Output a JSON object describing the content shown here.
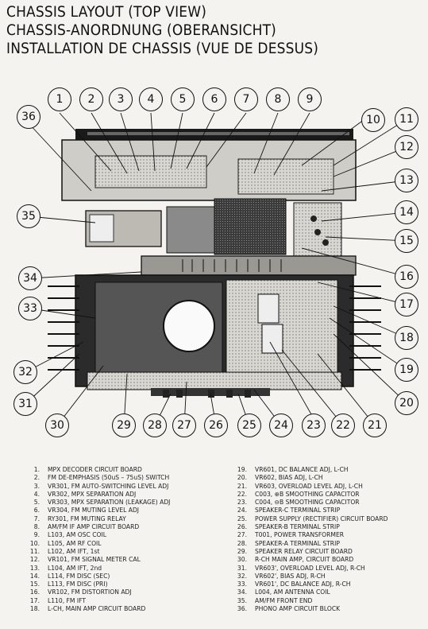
{
  "titles": {
    "en": "CHASSIS LAYOUT (TOP VIEW)",
    "de": "CHASSIS-ANORDNUNG (OBERANSICHT)",
    "fr": "INSTALLATION DE CHASSIS (VUE DE DESSUS)"
  },
  "callouts": [
    "1",
    "2",
    "3",
    "4",
    "5",
    "6",
    "7",
    "8",
    "9",
    "10",
    "11",
    "12",
    "13",
    "14",
    "15",
    "16",
    "17",
    "18",
    "19",
    "20",
    "21",
    "22",
    "23",
    "24",
    "25",
    "26",
    "27",
    "28",
    "29",
    "30",
    "31",
    "32",
    "33",
    "34",
    "35",
    "36"
  ],
  "legend_left": [
    {
      "n": "1.",
      "t": "MPX DECODER CIRCUIT BOARD"
    },
    {
      "n": "2.",
      "t": "FM DE-EMPHASIS (50uS – 75uS) SWITCH"
    },
    {
      "n": "3.",
      "t": "VR301, FM AUTO-SWITCHING LEVEL ADJ"
    },
    {
      "n": "4.",
      "t": "VR302, MPX SEPARATION ADJ"
    },
    {
      "n": "5.",
      "t": "VR303, MPX SEPARATION (LEAKAGE) ADJ"
    },
    {
      "n": "6.",
      "t": "VR304, FM MUTING LEVEL ADJ"
    },
    {
      "n": "7.",
      "t": "RY301, FM MUTING RELAY"
    },
    {
      "n": "8.",
      "t": "AM/FM IF AMP CIRCUIT BOARD"
    },
    {
      "n": "9.",
      "t": "L103, AM OSC COIL"
    },
    {
      "n": "10.",
      "t": "L105, AM RF COIL"
    },
    {
      "n": "11.",
      "t": "L102, AM IFT, 1st"
    },
    {
      "n": "12.",
      "t": "VR101, FM SIGNAL METER CAL"
    },
    {
      "n": "13.",
      "t": "L104, AM IFT, 2nd"
    },
    {
      "n": "14.",
      "t": "L114, FM DISC (SEC)"
    },
    {
      "n": "15.",
      "t": "L113, FM DISC (PRI)"
    },
    {
      "n": "16.",
      "t": "VR102, FM DISTORTION ADJ"
    },
    {
      "n": "17.",
      "t": "L110, FM IFT"
    },
    {
      "n": "18.",
      "t": "L-CH, MAIN AMP CIRCUIT BOARD"
    }
  ],
  "legend_right": [
    {
      "n": "19.",
      "t": "VR601, DC BALANCE ADJ, L-CH"
    },
    {
      "n": "20.",
      "t": "VR602, BIAS ADJ, L-CH"
    },
    {
      "n": "21.",
      "t": "VR603, OVERLOAD LEVEL ADJ, L-CH"
    },
    {
      "n": "22.",
      "t": "C003, ⊕B SMOOTHING CAPACITOR"
    },
    {
      "n": "23.",
      "t": "C004, ⊖B SMOOTHING CAPACITOR"
    },
    {
      "n": "24.",
      "t": "SPEAKER-C TERMINAL STRIP"
    },
    {
      "n": "25.",
      "t": "POWER SUPPLY (RECTIFIER) CIRCUIT BOARD"
    },
    {
      "n": "26.",
      "t": "SPEAKER-B TERMINAL STRIP"
    },
    {
      "n": "27.",
      "t": "T001, POWER TRANSFORMER"
    },
    {
      "n": "28.",
      "t": "SPEAKER-A TERMINAL STRIP"
    },
    {
      "n": "29.",
      "t": "SPEAKER RELAY CIRCUIT BOARD"
    },
    {
      "n": "30.",
      "t": "R-CH MAIN AMP, CIRCUIT BOARD"
    },
    {
      "n": "31.",
      "t": "VR603', OVERLOAD LEVEL ADJ, R-CH"
    },
    {
      "n": "32.",
      "t": "VR602', BIAS ADJ, R-CH"
    },
    {
      "n": "33.",
      "t": "VR601', DC BALANCE ADJ, R-CH"
    },
    {
      "n": "34.",
      "t": "L004, AM ANTENNA COIL"
    },
    {
      "n": "35.",
      "t": "AM/FM FRONT END"
    },
    {
      "n": "36.",
      "t": "PHONO AMP CIRCUIT BLOCK"
    }
  ]
}
